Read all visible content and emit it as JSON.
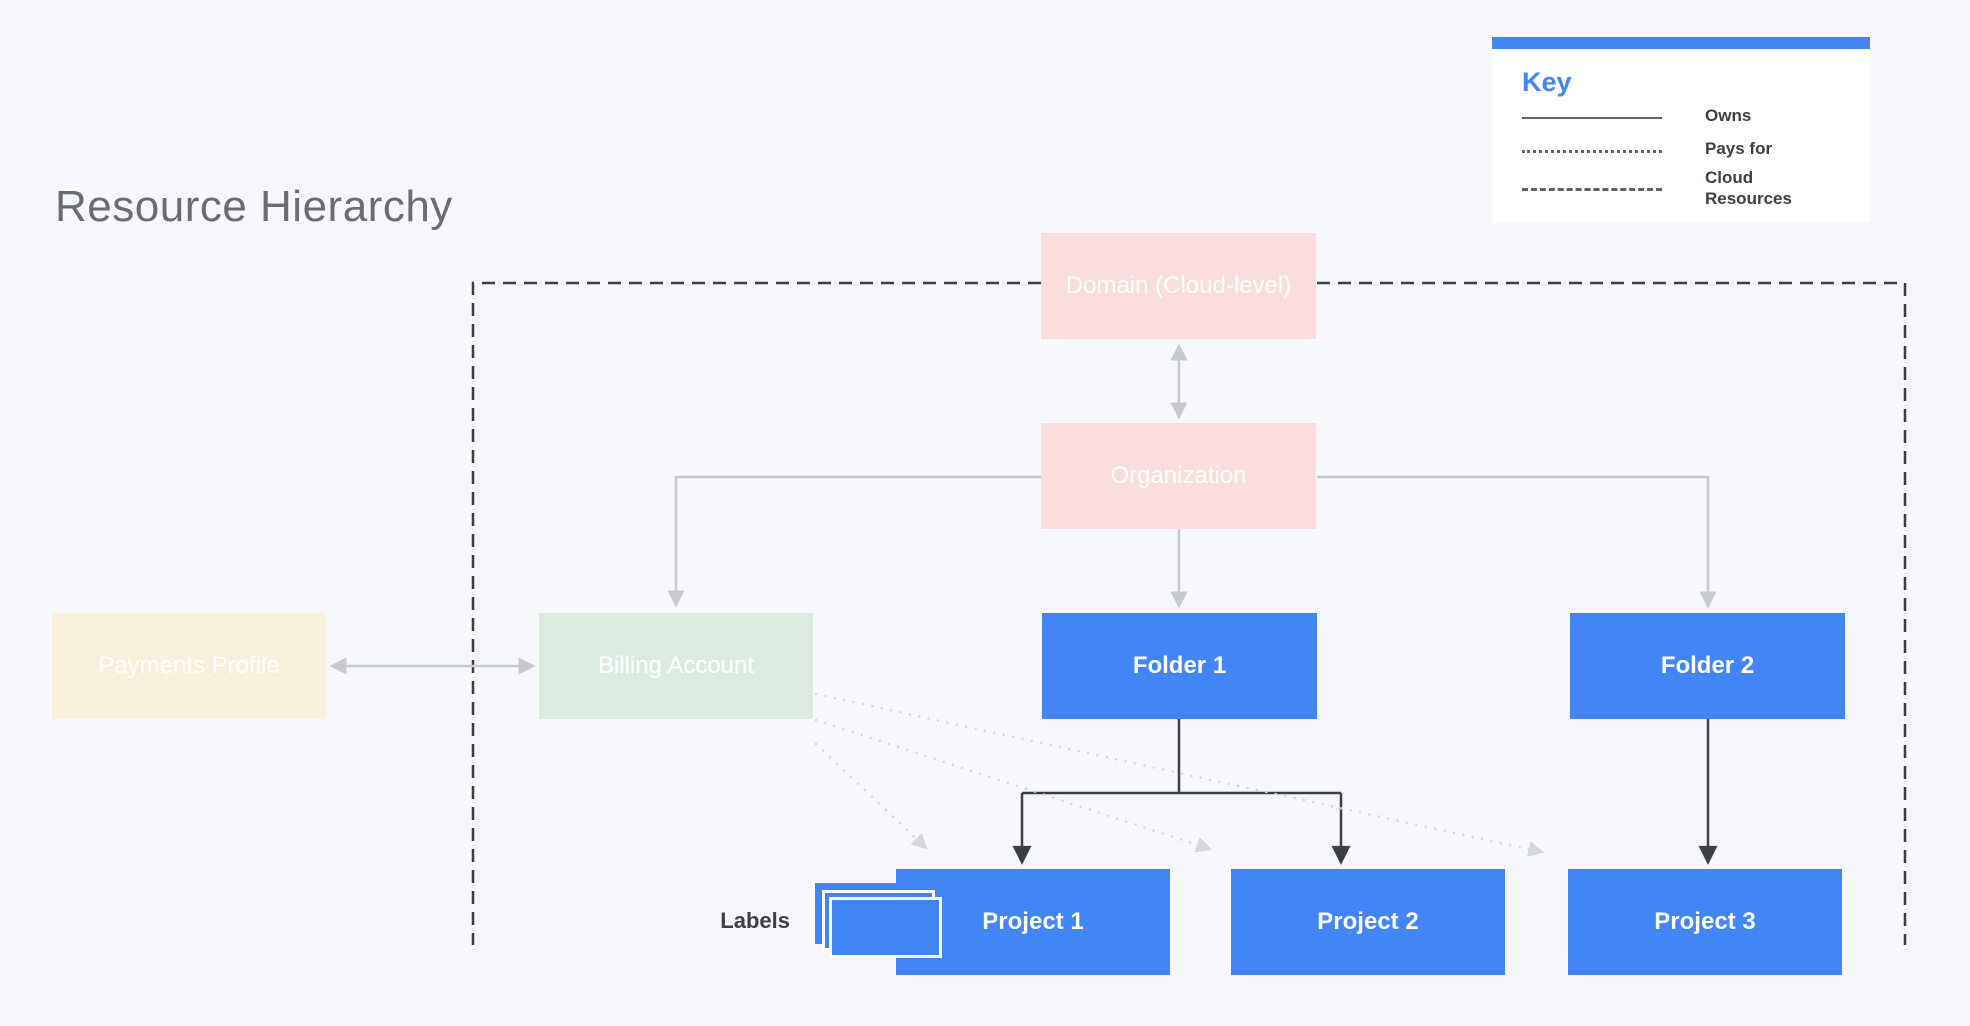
{
  "title": "Resource Hierarchy",
  "key": {
    "heading": "Key",
    "items": [
      {
        "line_style": "solid",
        "label": "Owns"
      },
      {
        "line_style": "dotted",
        "label": "Pays for"
      },
      {
        "line_style": "dashed",
        "label": "Cloud Resources"
      }
    ]
  },
  "labels_caption": "Labels",
  "nodes": {
    "domain": {
      "label": "Domain (Cloud-level)",
      "color": "#f9dcdc"
    },
    "organization": {
      "label": "Organization",
      "color": "#f9dcdc"
    },
    "payments": {
      "label": "Payments Profile",
      "color": "#f8f0da"
    },
    "billing": {
      "label": "Billing Account",
      "color": "#dcebe0"
    },
    "folder1": {
      "label": "Folder 1",
      "color": "#4285f4"
    },
    "folder2": {
      "label": "Folder 2",
      "color": "#4285f4"
    },
    "project1": {
      "label": "Project 1",
      "color": "#4285f4"
    },
    "project2": {
      "label": "Project 2",
      "color": "#4285f4"
    },
    "project3": {
      "label": "Project 3",
      "color": "#4285f4"
    }
  },
  "edges": [
    {
      "from": "Domain (Cloud-level)",
      "to": "Organization",
      "type": "owns",
      "bidirectional": true
    },
    {
      "from": "Organization",
      "to": "Billing Account",
      "type": "owns"
    },
    {
      "from": "Organization",
      "to": "Folder 1",
      "type": "owns"
    },
    {
      "from": "Organization",
      "to": "Folder 2",
      "type": "owns"
    },
    {
      "from": "Payments Profile",
      "to": "Billing Account",
      "type": "owns",
      "bidirectional": true
    },
    {
      "from": "Folder 1",
      "to": "Project 1",
      "type": "owns"
    },
    {
      "from": "Folder 1",
      "to": "Project 2",
      "type": "owns"
    },
    {
      "from": "Folder 2",
      "to": "Project 3",
      "type": "owns"
    },
    {
      "from": "Billing Account",
      "to": "Project 1",
      "type": "pays_for"
    },
    {
      "from": "Billing Account",
      "to": "Project 2",
      "type": "pays_for"
    },
    {
      "from": "Billing Account",
      "to": "Project 3",
      "type": "pays_for"
    }
  ],
  "colors": {
    "background": "#f5f7fa",
    "accent_blue": "#4285f4",
    "pastel_pink": "#f9dcdc",
    "pastel_green": "#dcebe0",
    "pastel_cream": "#f8f0da",
    "owns_line_gray": "#c6c9cd",
    "owns_line_dark": "#3c4043",
    "pays_for_dotted": "#d4d7db",
    "cloud_boundary_dash": "#3a3f44",
    "title_text": "#6a6d70"
  }
}
